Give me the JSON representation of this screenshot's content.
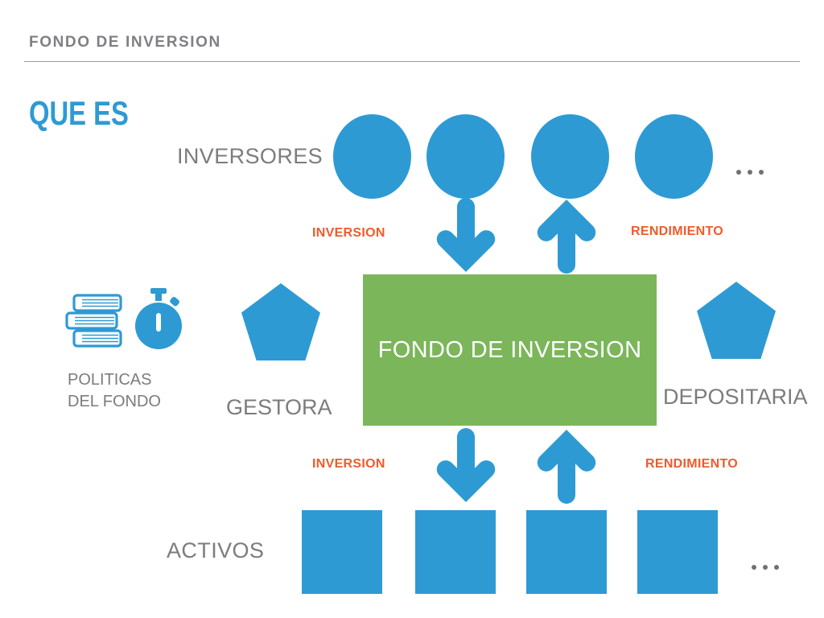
{
  "header": {
    "title": "FONDO DE INVERSION"
  },
  "section": {
    "title": "QUE ES"
  },
  "colors": {
    "blue": "#2E9AD4",
    "green": "#7BB65A",
    "orange": "#EF5B2B",
    "gray_text": "#7A7C7E",
    "white": "#FFFFFF"
  },
  "diagram": {
    "center_box": {
      "label": "FONDO DE INVERSION"
    },
    "rows": {
      "investors": {
        "label": "INVERSORES",
        "node_count": 4,
        "node_shape": "circle",
        "overflow_indicator": "..."
      },
      "assets": {
        "label": "ACTIVOS",
        "node_count": 4,
        "node_shape": "square",
        "overflow_indicator": "..."
      }
    },
    "flows": {
      "top_down": "INVERSION",
      "top_up": "RENDIMIENTO",
      "bottom_down": "INVERSION",
      "bottom_up": "RENDIMIENTO"
    },
    "sides": {
      "left": {
        "label": "GESTORA",
        "shape": "pentagon"
      },
      "right": {
        "label": "DEPOSITARIA",
        "shape": "pentagon"
      }
    },
    "policies": {
      "line1": "POLITICAS",
      "line2": "DEL FONDO",
      "icons": [
        "books-icon",
        "stopwatch-icon"
      ]
    }
  }
}
